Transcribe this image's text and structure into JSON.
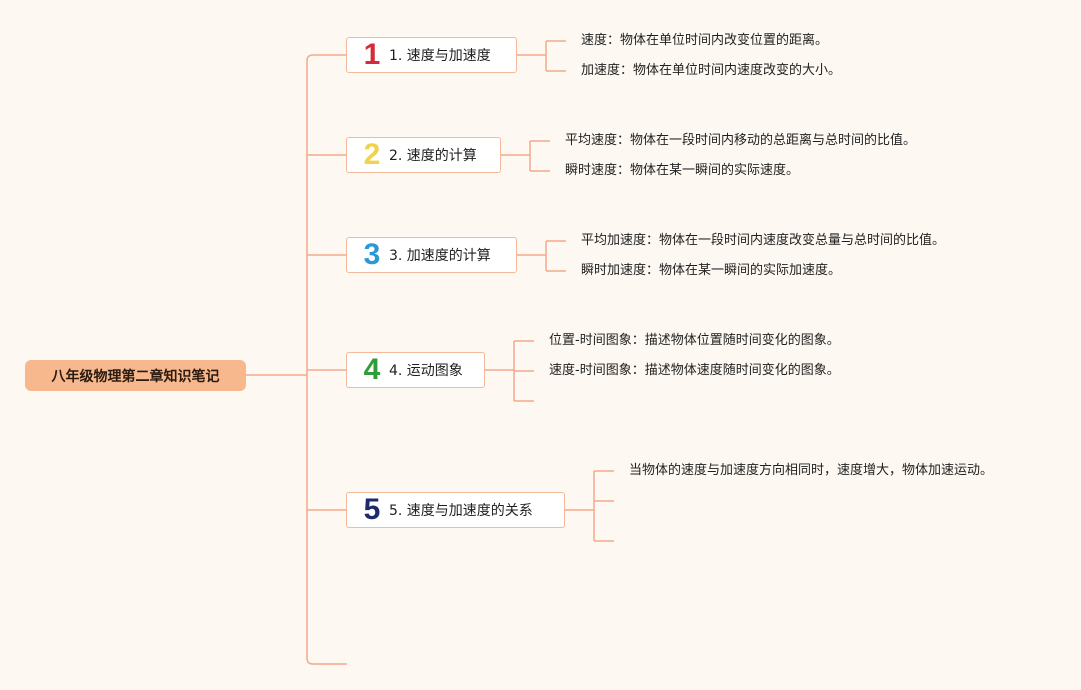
{
  "root": {
    "label": "八年级物理第二章知识笔记"
  },
  "topics": [
    {
      "num": "1",
      "num_color": "#d62a3a",
      "title": "1. 速度与加速度",
      "leaves": [
        "速度：物体在单位时间内改变位置的距离。",
        "加速度：物体在单位时间内速度改变的大小。"
      ]
    },
    {
      "num": "2",
      "num_color": "#f2d24c",
      "title": "2. 速度的计算",
      "leaves": [
        "平均速度：物体在一段时间内移动的总距离与总时间的比值。",
        "瞬时速度：物体在某一瞬间的实际速度。"
      ]
    },
    {
      "num": "3",
      "num_color": "#2a97d6",
      "title": "3. 加速度的计算",
      "leaves": [
        "平均加速度：物体在一段时间内速度改变总量与总时间的比值。",
        "瞬时加速度：物体在某一瞬间的实际加速度。"
      ]
    },
    {
      "num": "4",
      "num_color": "#2e9d3a",
      "title": "4. 运动图象",
      "leaves": [
        "位置-时间图象：描述物体位置随时间变化的图象。",
        "速度-时间图象：描述物体速度随时间变化的图象。",
        ""
      ]
    },
    {
      "num": "5",
      "num_color": "#1d2a6e",
      "title": "5. 速度与加速度的关系",
      "leaves": [
        "当物体的速度与加速度方向相同时，速度增大，物体加速运动。",
        "",
        ""
      ]
    }
  ]
}
